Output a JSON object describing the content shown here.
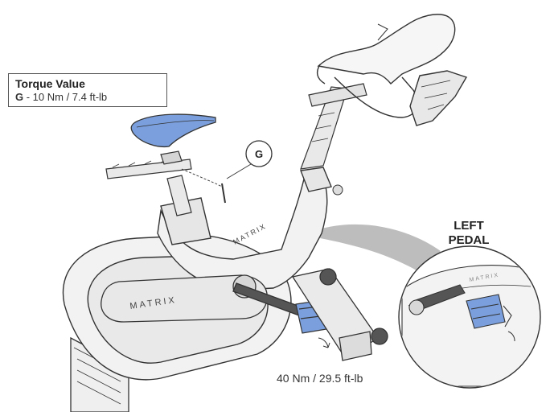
{
  "torque_box": {
    "title": "Torque Value",
    "bolt_letter": "G",
    "value_text": " - 10 Nm / 7.4 ft-lb"
  },
  "callout_g": "G",
  "pedal_torque": "40 Nm / 29.5 ft-lb",
  "left_pedal": {
    "line1": "LEFT",
    "line2": "PEDAL"
  },
  "brand_text": "MATRIX",
  "colors": {
    "accent_blue": "#7a9fdc",
    "outline": "#333333",
    "frame_fill": "#f1f1f1",
    "shadow_gray": "#bcbcbc"
  }
}
